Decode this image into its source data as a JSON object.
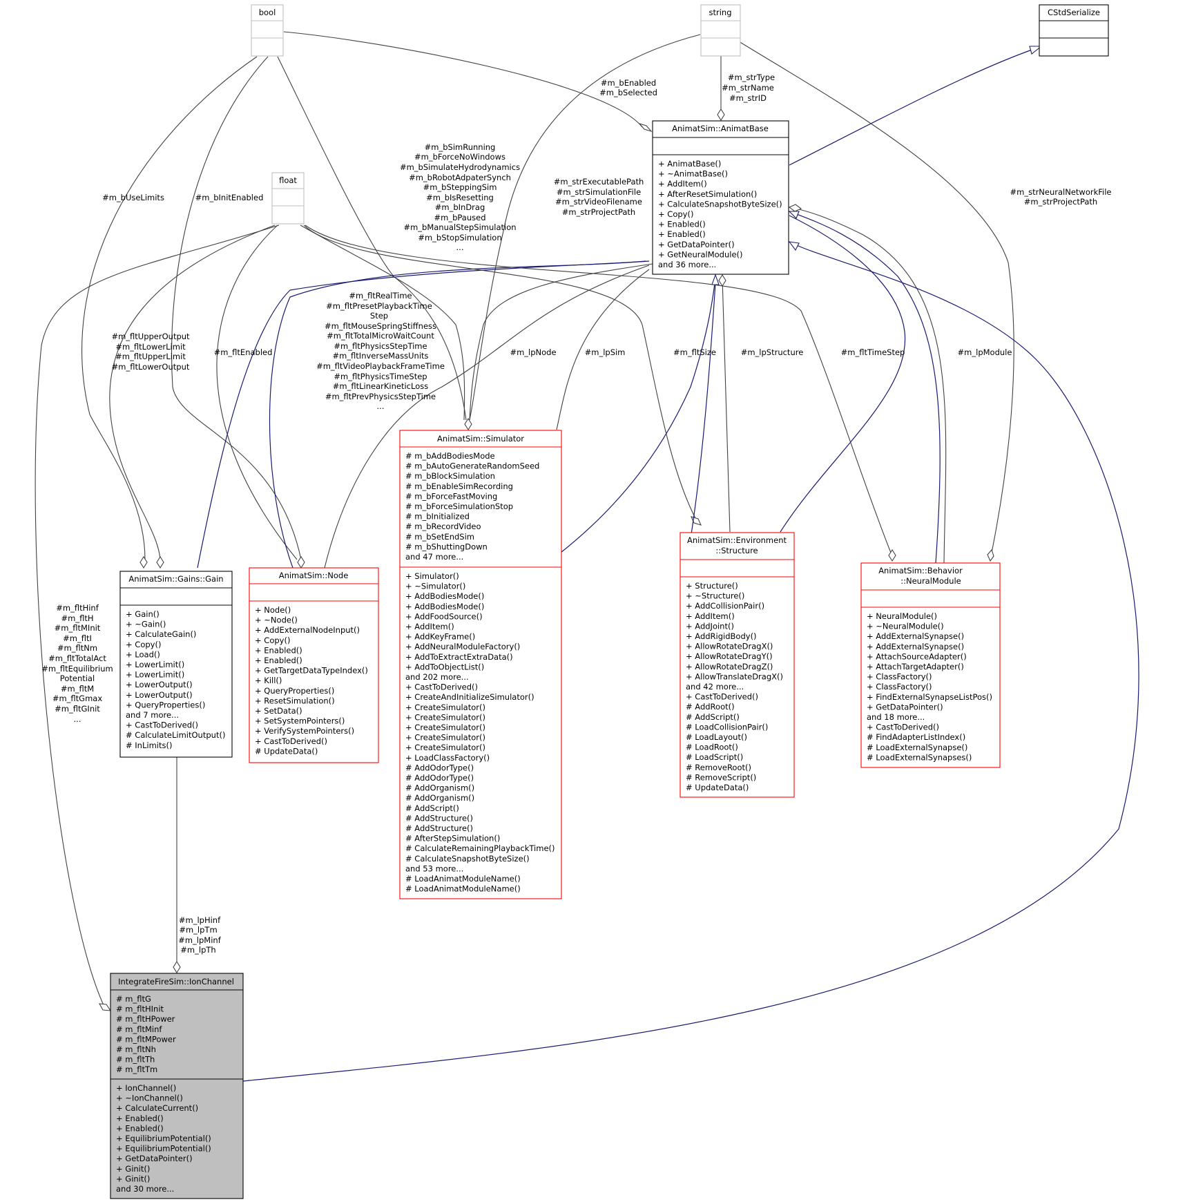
{
  "nodes": {
    "bool": {
      "title": "bool"
    },
    "string": {
      "title": "string"
    },
    "cstdserialize": {
      "title": "CStdSerialize"
    },
    "float": {
      "title": "float"
    },
    "animatbase": {
      "title": "AnimatSim::AnimatBase",
      "methods": [
        "+ AnimatBase()",
        "+ ~AnimatBase()",
        "+ AddItem()",
        "+ AfterResetSimulation()",
        "+ CalculateSnapshotByteSize()",
        "+ Copy()",
        "+ Enabled()",
        "+ Enabled()",
        "+ GetDataPointer()",
        "+ GetNeuralModule()",
        "and 36 more..."
      ]
    },
    "simulator": {
      "title": "AnimatSim::Simulator",
      "attributes": [
        "# m_bAddBodiesMode",
        "# m_bAutoGenerateRandomSeed",
        "# m_bBlockSimulation",
        "# m_bEnableSimRecording",
        "# m_bForceFastMoving",
        "# m_bForceSimulationStop",
        "# m_bInitialized",
        "# m_bRecordVideo",
        "# m_bSetEndSim",
        "# m_bShuttingDown",
        "and 47 more..."
      ],
      "methods": [
        "+ Simulator()",
        "+ ~Simulator()",
        "+ AddBodiesMode()",
        "+ AddBodiesMode()",
        "+ AddFoodSource()",
        "+ AddItem()",
        "+ AddKeyFrame()",
        "+ AddNeuralModuleFactory()",
        "+ AddToExtractExtraData()",
        "+ AddToObjectList()",
        "and 202 more...",
        "+ CastToDerived()",
        "+ CreateAndInitializeSimulator()",
        "+ CreateSimulator()",
        "+ CreateSimulator()",
        "+ CreateSimulator()",
        "+ CreateSimulator()",
        "+ CreateSimulator()",
        "+ LoadClassFactory()",
        "# AddOdorType()",
        "# AddOdorType()",
        "# AddOrganism()",
        "# AddOrganism()",
        "# AddScript()",
        "# AddStructure()",
        "# AddStructure()",
        "# AfterStepSimulation()",
        "# CalculateRemainingPlaybackTime()",
        "# CalculateSnapshotByteSize()",
        "and 53 more...",
        "# LoadAnimatModuleName()",
        "# LoadAnimatModuleName()"
      ]
    },
    "gain": {
      "title": "AnimatSim::Gains::Gain",
      "methods": [
        "+ Gain()",
        "+ ~Gain()",
        "+ CalculateGain()",
        "+ Copy()",
        "+ Load()",
        "+ LowerLimit()",
        "+ LowerLimit()",
        "+ LowerOutput()",
        "+ LowerOutput()",
        "+ QueryProperties()",
        "and 7 more...",
        "+ CastToDerived()",
        "# CalculateLimitOutput()",
        "# InLimits()"
      ]
    },
    "node": {
      "title": "AnimatSim::Node",
      "methods": [
        "+ Node()",
        "+ ~Node()",
        "+ AddExternalNodeInput()",
        "+ Copy()",
        "+ Enabled()",
        "+ Enabled()",
        "+ GetTargetDataTypeIndex()",
        "+ Kill()",
        "+ QueryProperties()",
        "+ ResetSimulation()",
        "+ SetData()",
        "+ SetSystemPointers()",
        "+ VerifySystemPointers()",
        "+ CastToDerived()",
        "# UpdateData()"
      ]
    },
    "structure": {
      "title": [
        "AnimatSim::Environment",
        "::Structure"
      ],
      "methods": [
        "+ Structure()",
        "+ ~Structure()",
        "+ AddCollisionPair()",
        "+ AddItem()",
        "+ AddJoint()",
        "+ AddRigidBody()",
        "+ AllowRotateDragX()",
        "+ AllowRotateDragY()",
        "+ AllowRotateDragZ()",
        "+ AllowTranslateDragX()",
        "and 42 more...",
        "+ CastToDerived()",
        "# AddRoot()",
        "# AddScript()",
        "# LoadCollisionPair()",
        "# LoadLayout()",
        "# LoadRoot()",
        "# LoadScript()",
        "# RemoveRoot()",
        "# RemoveScript()",
        "# UpdateData()"
      ]
    },
    "neuralmodule": {
      "title": [
        "AnimatSim::Behavior",
        "::NeuralModule"
      ],
      "methods": [
        "+ NeuralModule()",
        "+ ~NeuralModule()",
        "+ AddExternalSynapse()",
        "+ AddExternalSynapse()",
        "+ AttachSourceAdapter()",
        "+ AttachTargetAdapter()",
        "+ ClassFactory()",
        "+ ClassFactory()",
        "+ FindExternalSynapseListPos()",
        "+ GetDataPointer()",
        "and 18 more...",
        "+ CastToDerived()",
        "# FindAdapterListIndex()",
        "# LoadExternalSynapse()",
        "# LoadExternalSynapses()"
      ]
    },
    "ionchannel": {
      "title": "IntegrateFireSim::IonChannel",
      "attributes": [
        "# m_fltG",
        "# m_fltHInit",
        "# m_fltHPower",
        "# m_fltMinf",
        "# m_fltMPower",
        "# m_fltNh",
        "# m_fltTh",
        "# m_fltTm"
      ],
      "methods": [
        "+ IonChannel()",
        "+ ~IonChannel()",
        "+ CalculateCurrent()",
        "+ Enabled()",
        "+ Enabled()",
        "+ EquilibriumPotential()",
        "+ EquilibriumPotential()",
        "+ GetDataPointer()",
        "+ Ginit()",
        "+ Ginit()",
        "and 30 more..."
      ]
    }
  },
  "edge_labels": {
    "bool_base": [
      "#m_bEnabled",
      "#m_bSelected"
    ],
    "string_base": [
      "#m_strType",
      "#m_strName",
      "#m_strID"
    ],
    "bool_sim": [
      "#m_bSimRunning",
      "#m_bForceNoWindows",
      "#m_bSimulateHydrodynamics",
      "#m_bRobotAdpaterSynch",
      "#m_bSteppingSim",
      "#m_bIsResetting",
      "#m_bInDrag",
      "#m_bPaused",
      "#m_bManualStepSimulation",
      "#m_bStopSimulation",
      "..."
    ],
    "string_sim": [
      "#m_strExecutablePath",
      "#m_strSimulationFile",
      "#m_strVideoFilename",
      "#m_strProjectPath"
    ],
    "string_nm": [
      "#m_strNeuralNetworkFile",
      "#m_strProjectPath"
    ],
    "bool_gain": [
      "#m_bUseLimits"
    ],
    "bool_node": [
      "#m_bInitEnabled"
    ],
    "float_gain": [
      "#m_fltUpperOutput",
      "#m_fltLowerLimit",
      "#m_fltUpperLimit",
      "#m_fltLowerOutput"
    ],
    "float_node": [
      "#m_fltEnabled"
    ],
    "float_sim": [
      "#m_fltRealTime",
      "#m_fltPresetPlaybackTime",
      "Step",
      "#m_fltMouseSpringStiffness",
      "#m_fltTotalMicroWaitCount",
      "#m_fltPhysicsStepTime",
      "#m_fltInverseMassUnits",
      "#m_fltVideoPlaybackFrameTime",
      "#m_fltPhysicsTimeStep",
      "#m_fltLinearKineticLoss",
      "#m_fltPrevPhysicsStepTime",
      "..."
    ],
    "node_sim": [
      "#m_lpNode"
    ],
    "sim_sim": [
      "#m_lpSim"
    ],
    "float_struct": [
      "#m_fltSize"
    ],
    "struct_struct": [
      "#m_lpStructure"
    ],
    "float_nm": [
      "#m_fltTimeStep"
    ],
    "nm_nm": [
      "#m_lpModule"
    ],
    "float_ion": [
      "#m_fltHinf",
      "#m_fltH",
      "#m_fltMInit",
      "#m_fltI",
      "#m_fltNm",
      "#m_fltTotalAct",
      "#m_fltEquilibrium",
      "Potential",
      "#m_fltM",
      "#m_fltGmax",
      "#m_fltGInit",
      "..."
    ],
    "gain_ion": [
      "#m_lpHinf",
      "#m_lpTm",
      "#m_lpMinf",
      "#m_lpTh"
    ]
  }
}
